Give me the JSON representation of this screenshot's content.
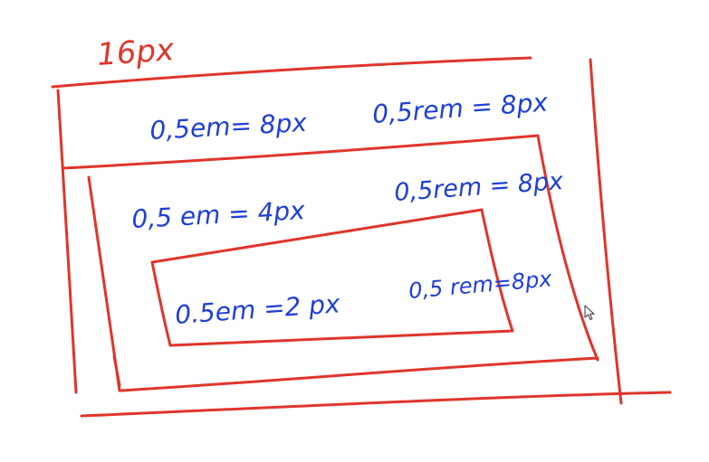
{
  "colors": {
    "red": "#e0352b",
    "blue": "#1f3fd6",
    "background": "#ffffff"
  },
  "base_label": "16px",
  "outer_box": {
    "em_label": "0,5em= 8px",
    "rem_label": "0,5rem = 8px"
  },
  "middle_box": {
    "em_label": "0,5 em = 4px",
    "rem_label": "0,5rem = 8px"
  },
  "inner_box": {
    "em_label": "0.5em =2 px",
    "rem_label": "0,5 rem=8px"
  },
  "icons": {
    "cursor": "mouse-pointer-icon"
  }
}
